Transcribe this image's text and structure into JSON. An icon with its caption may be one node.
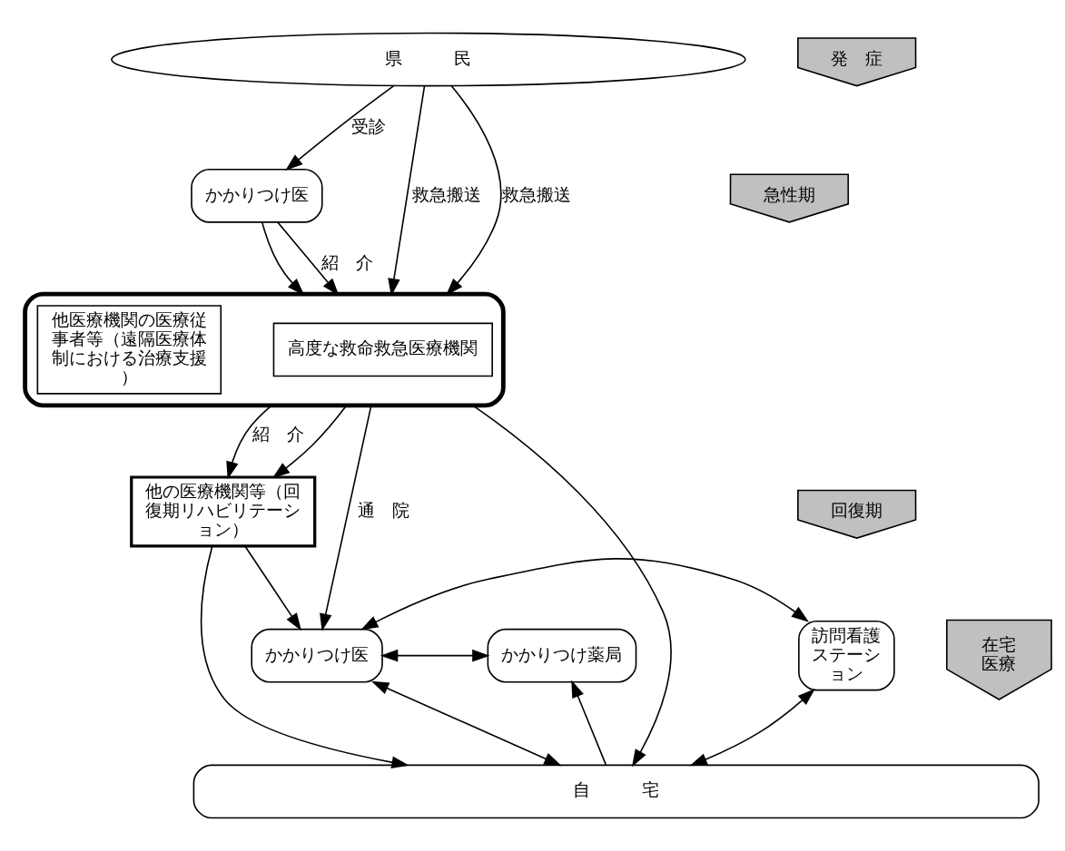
{
  "diagram": {
    "nodes": [
      {
        "text": [
          "県　　　民"
        ]
      },
      {
        "text": [
          "かかりつけ医"
        ]
      },
      {
        "text": [],
        "shape": "box"
      },
      {
        "text": [
          "高度な救命救急医療機関"
        ],
        "in": 2
      },
      {
        "text": [
          "他医療機関の医療従事者等（遠隔医療体制における治療支援）"
        ],
        "in": 2
      },
      {
        "text": [
          "他の医療機関等（回復期リハビリテーション）"
        ]
      },
      {
        "text": [
          "かかりつけ薬局"
        ]
      },
      {
        "text": [
          "かかりつけ医"
        ]
      },
      {
        "text": [
          "訪問看護ステーション"
        ]
      },
      {
        "text": [
          "自　　　宅"
        ]
      },
      {
        "text": [
          "発　症"
        ]
      },
      {
        "text": [
          "急性期"
        ]
      },
      {
        "text": [
          "回復期"
        ]
      },
      {
        "text": [
          "在宅医療"
        ]
      }
    ],
    "edges": [
      {
        "from": 0,
        "to": 2,
        "arrow": "to",
        "label": "救急搬送"
      },
      {
        "from": 0,
        "to": 1,
        "arrow": "to",
        "label": "受診"
      },
      {
        "from": 0,
        "to": 2,
        "arrow": "to",
        "label": "救急搬送"
      },
      {
        "from": 1,
        "to": 2,
        "arrow": "to"
      },
      {
        "from": 1,
        "to": 2,
        "arrow": "to",
        "label": "紹　介"
      },
      {
        "from": 2,
        "to": 9,
        "arrow": "to"
      },
      {
        "from": 2,
        "to": 7,
        "arrow": "to",
        "label": "通　院"
      },
      {
        "from": 2,
        "to": 5,
        "arrow": "to",
        "label": "紹　介"
      },
      {
        "from": 2,
        "to": 5,
        "arrow": "to"
      },
      {
        "from": 5,
        "to": 7,
        "arrow": "to"
      },
      {
        "from": 5,
        "to": 9,
        "arrow": "to"
      },
      {
        "from": 6,
        "to": 7,
        "arrow": "both"
      },
      {
        "from": 7,
        "to": 8,
        "arrow": "both"
      },
      {
        "from": 9,
        "to": 6,
        "arrow": "to"
      },
      {
        "from": 7,
        "to": 9,
        "arrow": "both"
      },
      {
        "from": 8,
        "to": 9,
        "arrow": "both"
      }
    ]
  }
}
